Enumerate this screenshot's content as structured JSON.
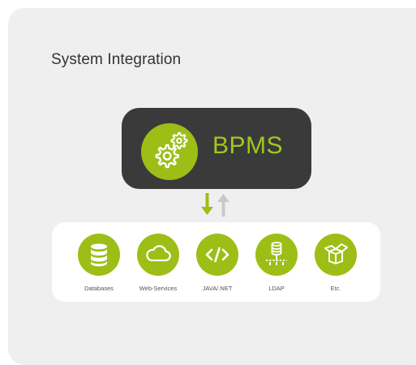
{
  "title": "System Integration",
  "bpms": {
    "label": "BPMS",
    "icon": "gears-icon"
  },
  "arrows": {
    "down_icon": "arrow-down-icon",
    "up_icon": "arrow-up-icon"
  },
  "systems": [
    {
      "label": "Databases",
      "icon": "database-icon"
    },
    {
      "label": "Web-Services",
      "icon": "cloud-icon"
    },
    {
      "label": "JAVA/.NET",
      "icon": "code-icon"
    },
    {
      "label": "LDAP",
      "icon": "ldap-network-icon"
    },
    {
      "label": "Etc.",
      "icon": "open-box-icon"
    }
  ],
  "colors": {
    "accent": "#9dbe16",
    "bpms_text": "#a2c81a",
    "dark_box": "#3a3a3a",
    "card_bg": "#efefef",
    "arrow_up": "#c8c8c8"
  }
}
